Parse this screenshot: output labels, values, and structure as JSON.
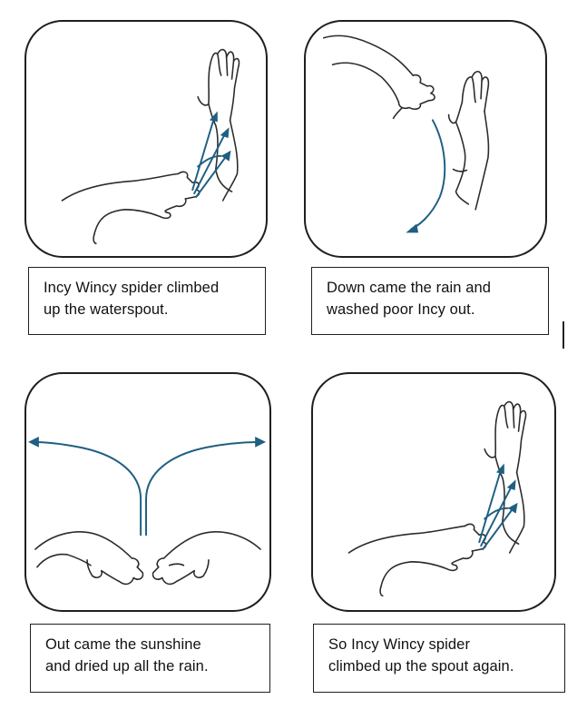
{
  "panels": [
    {
      "id": "panel-1",
      "caption_lines": [
        "Incy Wincy spider climbed",
        "up the waterspout."
      ]
    },
    {
      "id": "panel-2",
      "caption_lines": [
        "Down came the rain and",
        "washed poor Incy out."
      ]
    },
    {
      "id": "panel-3",
      "caption_lines": [
        "Out came the sunshine",
        "and dried up all the rain."
      ]
    },
    {
      "id": "panel-4",
      "caption_lines": [
        "So Incy Wincy spider",
        "climbed up the spout again."
      ]
    }
  ],
  "colors": {
    "arrow": "#1f5f82",
    "line_art": "#2b2b2b",
    "border": "#1f1f1f"
  },
  "icons": [
    "hands-climbing-illustration",
    "hands-rain-illustration",
    "arms-sunshine-illustration",
    "hands-climbing-again-illustration"
  ]
}
